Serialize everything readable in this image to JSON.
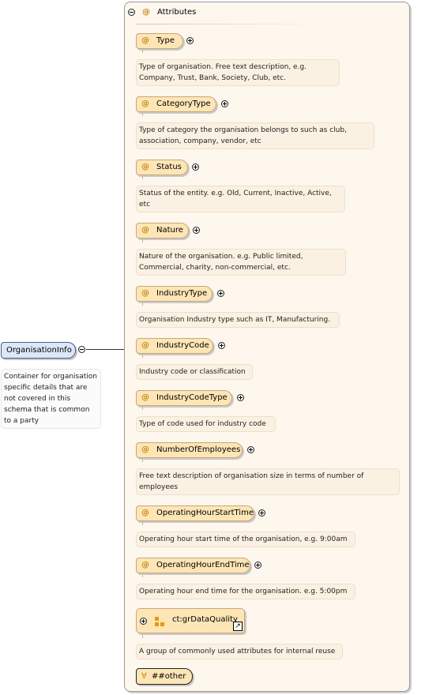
{
  "attributes_header": {
    "symbol": "@",
    "label": "Attributes"
  },
  "root": {
    "label": "OrganisationInfo",
    "description": "Container for organisation specific details that are not covered in this schema that is common to a party"
  },
  "attributes": [
    {
      "at": "@",
      "name": "Type",
      "description": "Type of organisation. Free text description, e.g. Company, Trust, Bank, Society, Club, etc."
    },
    {
      "at": "@",
      "name": "CategoryType",
      "description": "Type of category the organisation belongs to such as club, association, company, vendor, etc"
    },
    {
      "at": "@",
      "name": "Status",
      "description": "Status of the entity. e.g. Old, Current, Inactive, Active, etc"
    },
    {
      "at": "@",
      "name": "Nature",
      "description": "Nature of the organisation. e.g. Public limited, Commercial, charity, non-commercial, etc."
    },
    {
      "at": "@",
      "name": "IndustryType",
      "description": "Organisation Industry type such as IT, Manufacturing."
    },
    {
      "at": "@",
      "name": "IndustryCode",
      "description": "Industry code or classification"
    },
    {
      "at": "@",
      "name": "IndustryCodeType",
      "description": "Type of code used for industry code"
    },
    {
      "at": "@",
      "name": "NumberOfEmployees",
      "description": "Free text description of organisation size in terms of number of employees"
    },
    {
      "at": "@",
      "name": "OperatingHourStartTime",
      "description": "Operating hour start time of the organisation, e.g. 9:00am"
    },
    {
      "at": "@",
      "name": "OperatingHourEndTime",
      "description": "Operating hour end time for the organisation. e.g. 5:00pm"
    }
  ],
  "group": {
    "name": "ct:grDataQuality",
    "link_symbol": "↗",
    "description": "A group of commonly used attributes for internal reuse"
  },
  "other": {
    "symbol": "∀",
    "name": "##other"
  },
  "colors": {
    "attribute_fill": "#fde5b6",
    "root_fill": "#dce7f8",
    "panel_fill": "#fdf7ee",
    "at_symbol": "#c68a14"
  }
}
